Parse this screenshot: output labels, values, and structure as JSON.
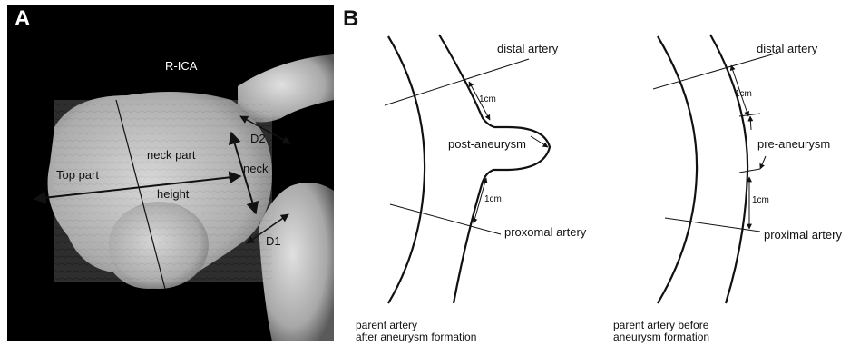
{
  "panel_a": {
    "letter": "A",
    "labels": {
      "vessel": "R-ICA",
      "top_part": "Top part",
      "neck_part": "neck part",
      "height": "height",
      "neck": "neck",
      "d2": "D2",
      "d1": "D1"
    },
    "colors": {
      "background": "#000000",
      "vessel": "#bdbdbd",
      "label": "#111111"
    }
  },
  "panel_b": {
    "letter": "B",
    "left_diagram": {
      "distal": "distal artery",
      "post": "post-aneurysm",
      "proximal": "proxomal artery",
      "dist1": "1cm",
      "dist2": "1cm",
      "caption_line1": "parent artery",
      "caption_line2": "after aneurysm formation"
    },
    "right_diagram": {
      "distal": "distal artery",
      "pre": "pre-aneurysm",
      "proximal": "proximal artery",
      "dist1": "1cm",
      "dist2": "1cm",
      "caption_line1": "parent artery before",
      "caption_line2": "aneurysm formation"
    }
  }
}
